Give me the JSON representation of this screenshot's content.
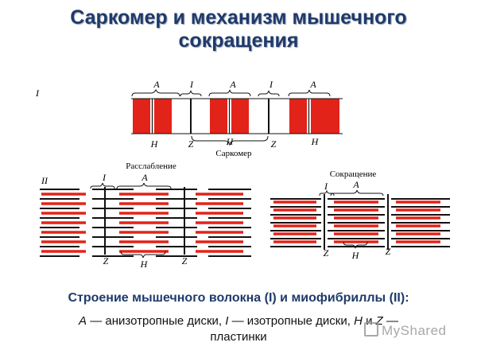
{
  "title": {
    "line1": "Саркомер и механизм мышечного",
    "line2": "сокращения"
  },
  "panel1": {
    "roman": "I",
    "top_labels": [
      "A",
      "I",
      "A",
      "I",
      "A"
    ],
    "bottom_labels": [
      "H",
      "Z",
      "H",
      "Z",
      "H"
    ],
    "sarcomere": "Саркомер"
  },
  "panel2": {
    "roman": "II",
    "relaxed": {
      "title": "Расслабление",
      "top_labels": [
        "I",
        "A"
      ],
      "bottom_labels": [
        "Z",
        "H",
        "Z"
      ]
    },
    "contracted": {
      "title": "Сокращение",
      "top_labels": [
        "I",
        "A"
      ],
      "bottom_labels": [
        "Z",
        "H",
        "Z"
      ]
    }
  },
  "caption": {
    "heading": "Строение мышечного волокна (I) и миофибриллы (II):",
    "line1_a": "A",
    "line1_b": " — анизотропные диски, ",
    "line1_c": "I",
    "line1_d": " — изотропные диски, ",
    "line1_e": "H",
    "line1_f": " и ",
    "line1_g": "Z",
    "line1_h": " —",
    "line2": "пластинки"
  },
  "watermark": "MyShared",
  "colors": {
    "title": "#1f3a6b",
    "red": "#e2231a",
    "black": "#111111"
  }
}
